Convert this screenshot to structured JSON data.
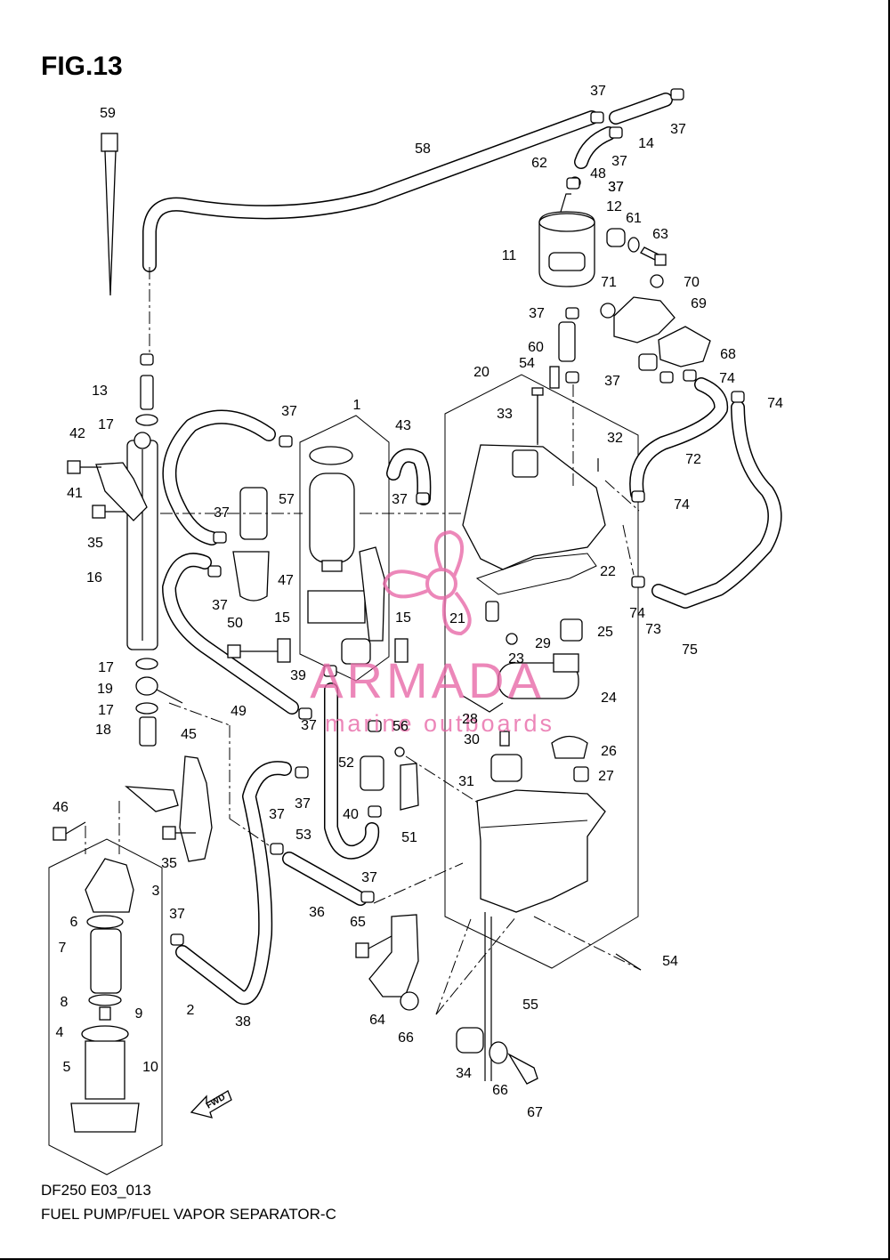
{
  "figure": {
    "title": "FIG.13",
    "model_code": "DF250 E03_013",
    "name": "FUEL PUMP/FUEL VAPOR SEPARATOR-C"
  },
  "watermark": {
    "brand": "ARMADA",
    "tagline": "marine outboards",
    "color": "#e86aa8"
  },
  "fwd_label": "FWD",
  "callouts": [
    "59",
    "58",
    "37",
    "37",
    "14",
    "37",
    "48",
    "37",
    "62",
    "37",
    "12",
    "61",
    "63",
    "11",
    "70",
    "71",
    "69",
    "37",
    "60",
    "68",
    "54",
    "37",
    "74",
    "20",
    "74",
    "13",
    "37",
    "17",
    "33",
    "32",
    "72",
    "42",
    "1",
    "43",
    "41",
    "37",
    "57",
    "37",
    "74",
    "35",
    "16",
    "47",
    "22",
    "74",
    "73",
    "75",
    "37",
    "21",
    "25",
    "50",
    "15",
    "15",
    "29",
    "23",
    "17",
    "39",
    "19",
    "24",
    "17",
    "49",
    "37",
    "56",
    "28",
    "18",
    "30",
    "45",
    "26",
    "52",
    "27",
    "31",
    "46",
    "37",
    "37",
    "40",
    "51",
    "35",
    "53",
    "3",
    "37",
    "36",
    "6",
    "37",
    "65",
    "7",
    "8",
    "9",
    "2",
    "38",
    "64",
    "66",
    "54",
    "55",
    "4",
    "34",
    "5",
    "10",
    "66",
    "67"
  ],
  "colors": {
    "line": "#000000",
    "background": "#ffffff"
  }
}
